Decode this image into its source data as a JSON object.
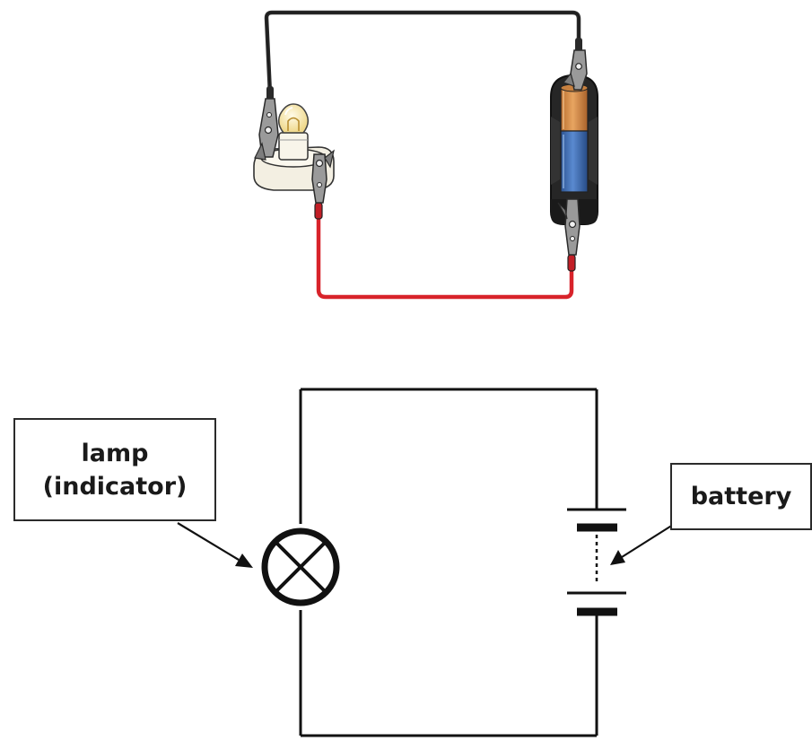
{
  "labels": {
    "lamp_line1": "lamp",
    "lamp_line2": "(indicator)",
    "battery": "battery"
  },
  "colors": {
    "wire_black": "#2a2a2a",
    "wire_red": "#d8232a",
    "battery_copper": "#d9934a",
    "battery_blue": "#3d6fb6",
    "battery_holder": "#262626",
    "clip_metal": "#9a9a9a",
    "bulb_glass": "#f7e7a6",
    "lamp_base": "#f3efe2",
    "symbol_stroke": "#111111"
  },
  "icons": {
    "lamp": "lamp-icon",
    "battery": "battery-icon",
    "crocodile_clip": "crocodile-clip-icon",
    "lamp_symbol": "lamp-symbol-icon",
    "cell_symbol": "cell-symbol-icon"
  }
}
